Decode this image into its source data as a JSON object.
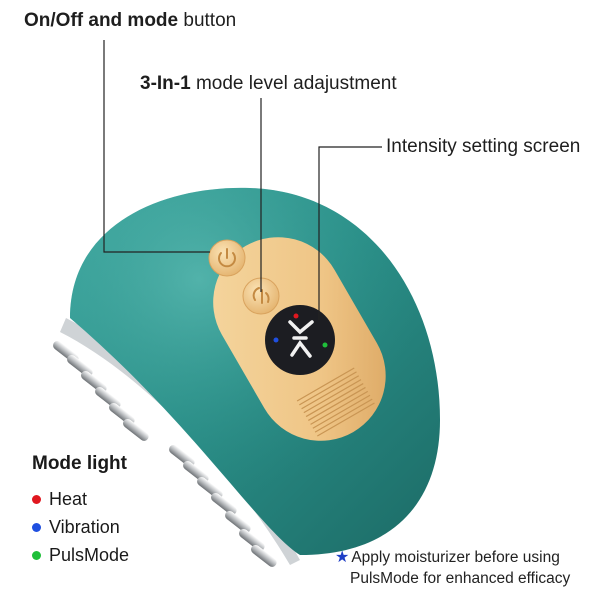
{
  "callouts": {
    "power_bold": "On/Off and mode",
    "power_rest": " button",
    "level_bold": "3-In-1",
    "level_rest": " mode level adajustment",
    "screen": "Intensity setting screen"
  },
  "legend": {
    "title": "Mode light",
    "items": [
      {
        "label": "Heat",
        "color": "#e0171f"
      },
      {
        "label": "Vibration",
        "color": "#1f4fe0"
      },
      {
        "label": "PulsMode",
        "color": "#1fbf3a"
      }
    ]
  },
  "note": {
    "star_icon": "star-icon",
    "line1": "Apply moisturizer before using",
    "line2": "PulsMode for enhanced efficacy",
    "star_color": "#1f3fc6"
  },
  "device": {
    "shell_color": "#2a8f88",
    "panel_color": "#f0c98a",
    "screen_color": "#1c1d22",
    "power_icon": "power-icon",
    "mode_icon": "mode-icon",
    "display_icon": "segment-display-icon"
  }
}
